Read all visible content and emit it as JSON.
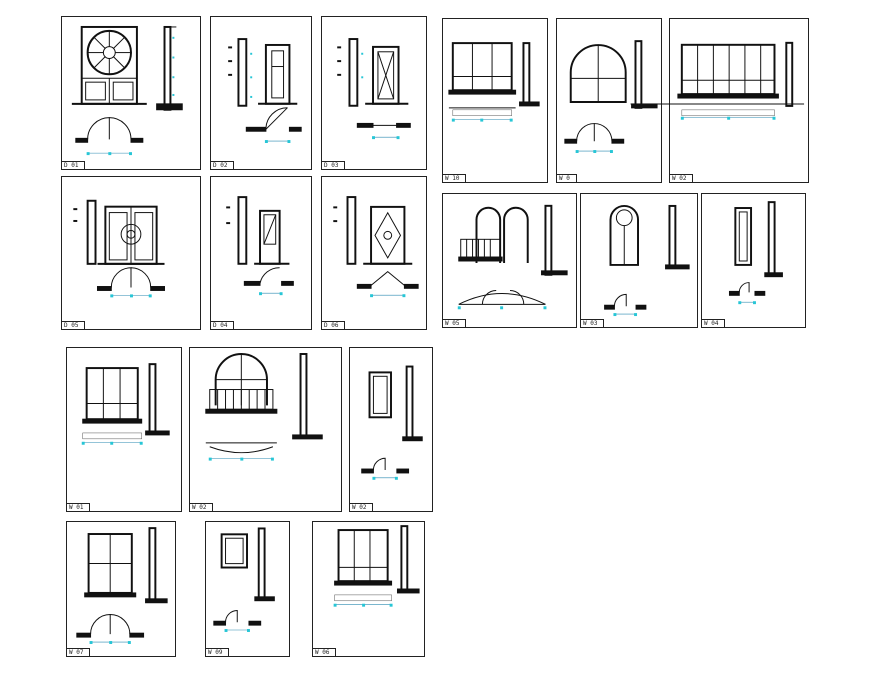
{
  "sheets": [
    {
      "code": "D 01"
    },
    {
      "code": "D 02"
    },
    {
      "code": "D 03"
    },
    {
      "code": "D 05"
    },
    {
      "code": "D 04"
    },
    {
      "code": "D 06"
    },
    {
      "code": "W 10"
    },
    {
      "code": "W 0"
    },
    {
      "code": "W 02"
    },
    {
      "code": "W 05"
    },
    {
      "code": "W 03"
    },
    {
      "code": "W 04"
    },
    {
      "code": "W 01"
    },
    {
      "code": "W 02"
    },
    {
      "code": "W 02"
    },
    {
      "code": "W 07"
    },
    {
      "code": "W 09"
    },
    {
      "code": "W 06"
    }
  ],
  "colors": {
    "line": "#111111",
    "dimension_marker": "#27c6d6",
    "paper": "#ffffff"
  }
}
